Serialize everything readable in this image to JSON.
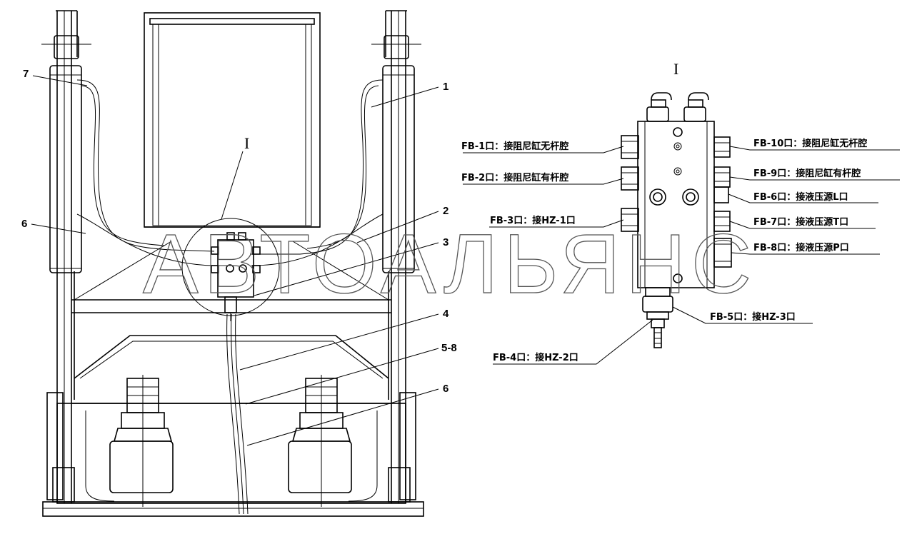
{
  "callouts": {
    "c7": "7",
    "c1": "1",
    "c6a": "6",
    "c2": "2",
    "c3": "3",
    "c4": "4",
    "c58": "5-8",
    "c6b": "6"
  },
  "detail_marker": "I",
  "detail_title": "I",
  "ports": {
    "fb1": "FB-1口：接阻尼缸无杆腔",
    "fb2": "FB-2口：接阻尼缸有杆腔",
    "fb3": "FB-3口：接HZ-1口",
    "fb4": "FB-4口：接HZ-2口",
    "fb5": "FB-5口：接HZ-3口",
    "fb6": "FB-6口：接液压源L口",
    "fb7": "FB-7口：接液压源T口",
    "fb8": "FB-8口：接液压源P口",
    "fb9": "FB-9口：接阻尼缸有杆腔",
    "fb10": "FB-10口：接阻尼缸无杆腔"
  },
  "watermark": "АВТОАЛЬЯНС"
}
